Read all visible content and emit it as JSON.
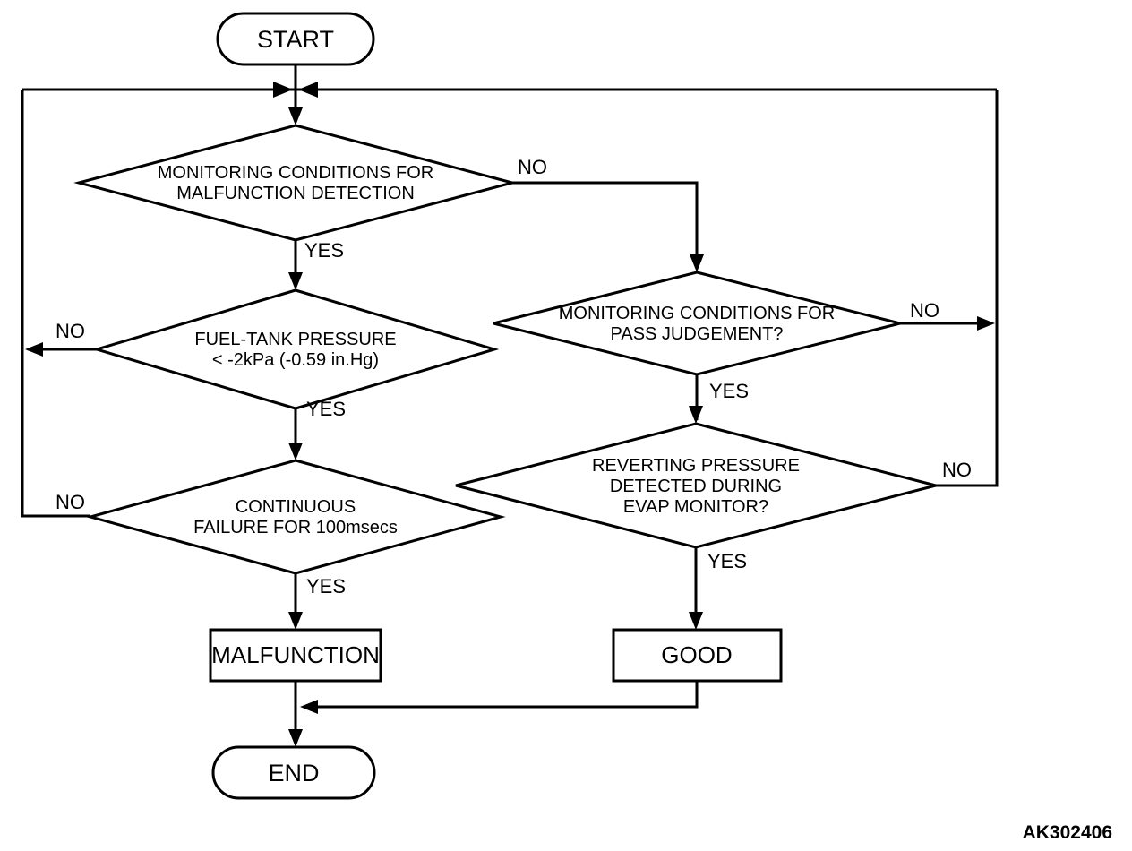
{
  "diagram": {
    "nodes": {
      "start": {
        "type": "terminator",
        "label": "START"
      },
      "d1": {
        "type": "decision",
        "lines": [
          "MONITORING CONDITIONS FOR",
          "MALFUNCTION DETECTION"
        ]
      },
      "d2l": {
        "type": "decision",
        "lines": [
          "FUEL-TANK PRESSURE",
          "< -2kPa (-0.59 in.Hg)"
        ]
      },
      "d3l": {
        "type": "decision",
        "lines": [
          "CONTINUOUS",
          "FAILURE FOR 100msecs"
        ]
      },
      "d2r": {
        "type": "decision",
        "lines": [
          "MONITORING CONDITIONS FOR",
          "PASS JUDGEMENT?"
        ]
      },
      "d3r": {
        "type": "decision",
        "lines": [
          "REVERTING PRESSURE",
          "DETECTED DURING",
          "EVAP MONITOR?"
        ]
      },
      "malfunction": {
        "type": "process",
        "label": "MALFUNCTION"
      },
      "good": {
        "type": "process",
        "label": "GOOD"
      },
      "end": {
        "type": "terminator",
        "label": "END"
      }
    },
    "edge_labels": {
      "d1_yes": "YES",
      "d1_no": "NO",
      "d2l_yes": "YES",
      "d2l_no": "NO",
      "d3l_yes": "YES",
      "d3l_no": "NO",
      "d2r_yes": "YES",
      "d2r_no": "NO",
      "d3r_yes": "YES",
      "d3r_no": "NO"
    },
    "footer": {
      "code": "AK302406"
    },
    "colors": {
      "stroke": "#000000",
      "background": "#ffffff",
      "text": "#000000"
    }
  }
}
